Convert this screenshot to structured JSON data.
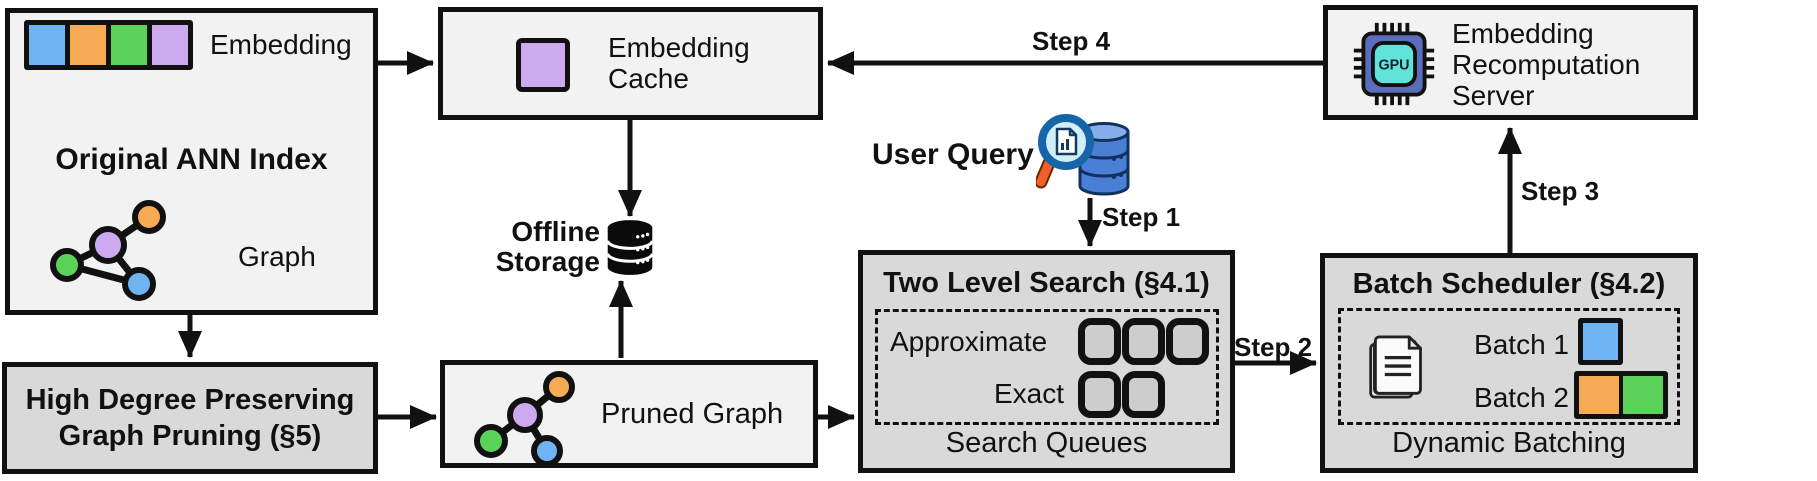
{
  "diagram": {
    "nodes": {
      "original_ann_index": {
        "title": "Original ANN Index",
        "embedding_label": "Embedding",
        "graph_label": "Graph"
      },
      "embedding_cache": {
        "lines": [
          "Embedding",
          "Cache"
        ]
      },
      "recomputation_server": {
        "lines": [
          "Embedding",
          "Recomputation",
          "Server"
        ],
        "gpu_label": "GPU"
      },
      "offline_storage": {
        "lines": [
          "Offline",
          "Storage"
        ]
      },
      "user_query": {
        "label": "User Query"
      },
      "two_level_search": {
        "title": "Two Level Search (§4.1)",
        "approximate_label": "Approximate",
        "exact_label": "Exact",
        "approximate_slots": 3,
        "exact_slots": 2,
        "caption": "Search Queues"
      },
      "batch_scheduler": {
        "title": "Batch Scheduler (§4.2)",
        "batch1_label": "Batch 1",
        "batch2_label": "Batch 2",
        "caption": "Dynamic Batching"
      },
      "graph_pruning": {
        "lines": [
          "High Degree Preserving",
          "Graph Pruning (§5)"
        ]
      },
      "pruned_graph": {
        "label": "Pruned Graph"
      }
    },
    "steps": {
      "step1": "Step 1",
      "step2": "Step 2",
      "step3": "Step 3",
      "step4": "Step 4"
    },
    "icons": {
      "embedding_strip": "embedding-vector-icon",
      "graph": "graph-nodes-icon",
      "pruned_graph": "pruned-graph-nodes-icon",
      "cache_square": "cached-embedding-icon",
      "gpu": "gpu-chip-icon",
      "storage": "database-icon",
      "query": "magnifier-database-icon",
      "docs": "documents-stack-icon"
    },
    "colors": {
      "node_blue": "#6fb4f2",
      "node_orange": "#f7ab55",
      "node_green": "#5bd35b",
      "node_purple": "#cda9ef",
      "box_light": "#f2f2f2",
      "box_gray": "#d9d9d9",
      "outline": "#111111",
      "chip_body": "#5a6dbd",
      "chip_screen": "#62e3da",
      "db_blue": "#4a7fd6",
      "lens_blue": "#cfeef8",
      "handle_orange": "#f0602a"
    }
  }
}
